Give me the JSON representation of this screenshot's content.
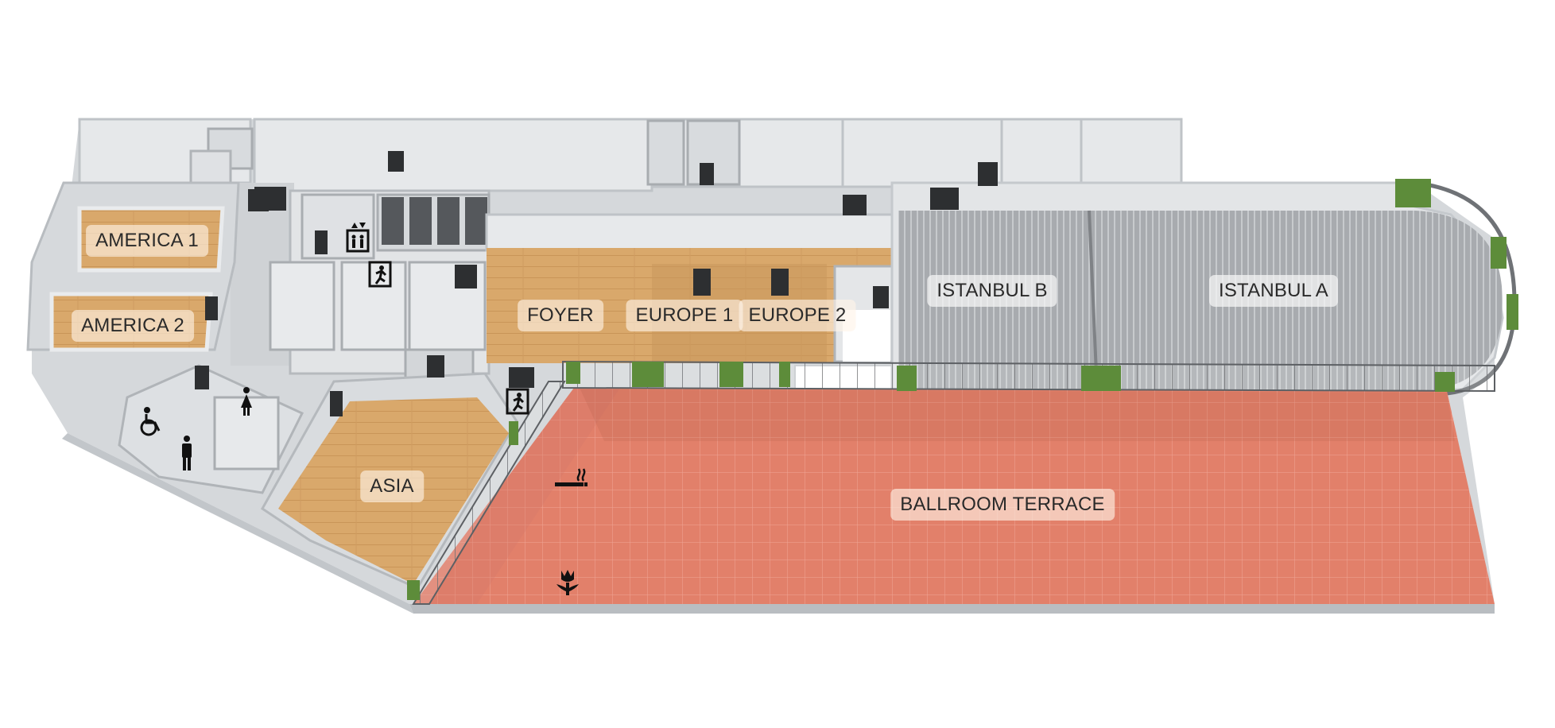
{
  "map": {
    "rooms": {
      "america_1": "AMERICA 1",
      "america_2": "AMERICA 2",
      "foyer": "FOYER",
      "europe_1": "EUROPE 1",
      "europe_2": "EUROPE 2",
      "istanbul_b": "ISTANBUL B",
      "istanbul_a": "ISTANBUL A",
      "asia": "ASIA",
      "ballroom_terrace": "BALLROOM TERRACE"
    },
    "icons": [
      "elevator-icon",
      "emergency-exit-icon",
      "emergency-exit-icon",
      "wheelchair-accessible-icon",
      "womens-restroom-icon",
      "mens-restroom-icon",
      "smoking-area-icon",
      "garden-flower-icon"
    ],
    "colors": {
      "wood_floor": "#d9a86b",
      "terrace_floor": "#e2806a",
      "ballroom_floor": "#a9acb0",
      "walls": "#e4e6e8",
      "corridor": "#cfd2d5",
      "planter_green": "#5d8c3a",
      "label_bg": "#f6eee4"
    }
  }
}
